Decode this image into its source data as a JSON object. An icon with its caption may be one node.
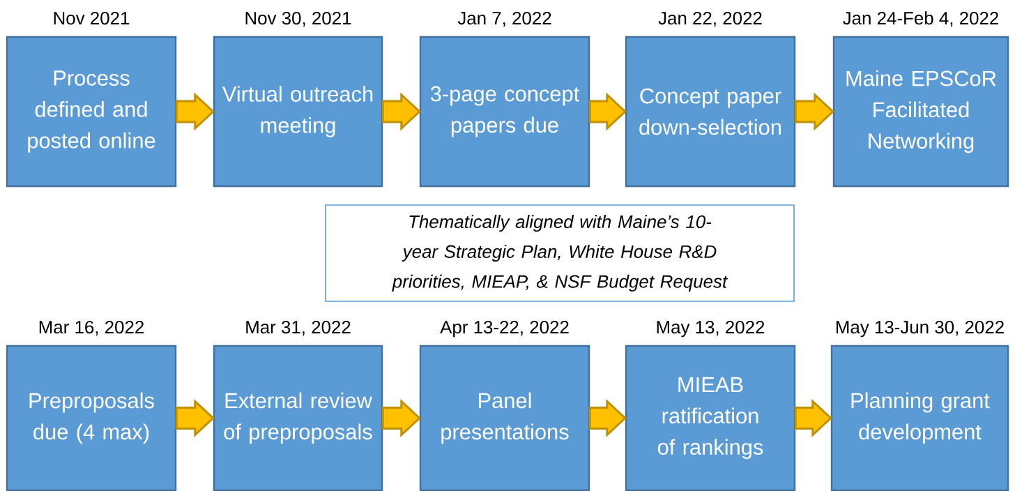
{
  "diagram": {
    "nodes": [
      {
        "text": [
          "Process defined and posted online"
        ],
        "beside": [
          "Nov 2021"
        ]
      },
      {
        "text": [
          "Virtual outreach meeting"
        ],
        "beside": [
          "Nov 30, 2021"
        ]
      },
      {
        "text": [
          "3-page concept papers due"
        ],
        "beside": [
          "Jan 7, 2022"
        ]
      },
      {
        "text": [
          "Concept paper down-selection"
        ],
        "beside": [
          "Jan 22, 2022"
        ]
      },
      {
        "text": [
          "Maine EPSCoR Facilitated Networking"
        ],
        "beside": [
          "Jan 24-Feb 4, 2022"
        ]
      },
      {
        "text": [
          "Thematically aligned with Maine’s 10-year Strategic Plan, White House R&D priorities, MIEAP, & NSF Budget Request"
        ]
      },
      {
        "text": [
          "Preproposals due (4 max)"
        ],
        "beside": [
          "Mar 16, 2022"
        ]
      },
      {
        "text": [
          "External review of preproposals"
        ],
        "beside": [
          "Mar 31, 2022"
        ]
      },
      {
        "text": [
          "Panel presentations"
        ],
        "beside": [
          "Apr 13-22, 2022"
        ]
      },
      {
        "text": [
          "MIEAB ratification of rankings"
        ],
        "beside": [
          "May 13, 2022"
        ]
      },
      {
        "text": [
          "Planning grant development"
        ],
        "beside": [
          "May 13-Jun 30, 2022"
        ]
      }
    ],
    "edges": [
      {
        "from": 0,
        "to": 1,
        "arrow": "to"
      },
      {
        "from": 1,
        "to": 2,
        "arrow": "to"
      },
      {
        "from": 2,
        "to": 3,
        "arrow": "to"
      },
      {
        "from": 3,
        "to": 4,
        "arrow": "to"
      },
      {
        "from": 6,
        "to": 7,
        "arrow": "to"
      },
      {
        "from": 7,
        "to": 8,
        "arrow": "to"
      },
      {
        "from": 8,
        "to": 9,
        "arrow": "to"
      },
      {
        "from": 9,
        "to": 10,
        "arrow": "to"
      }
    ]
  }
}
